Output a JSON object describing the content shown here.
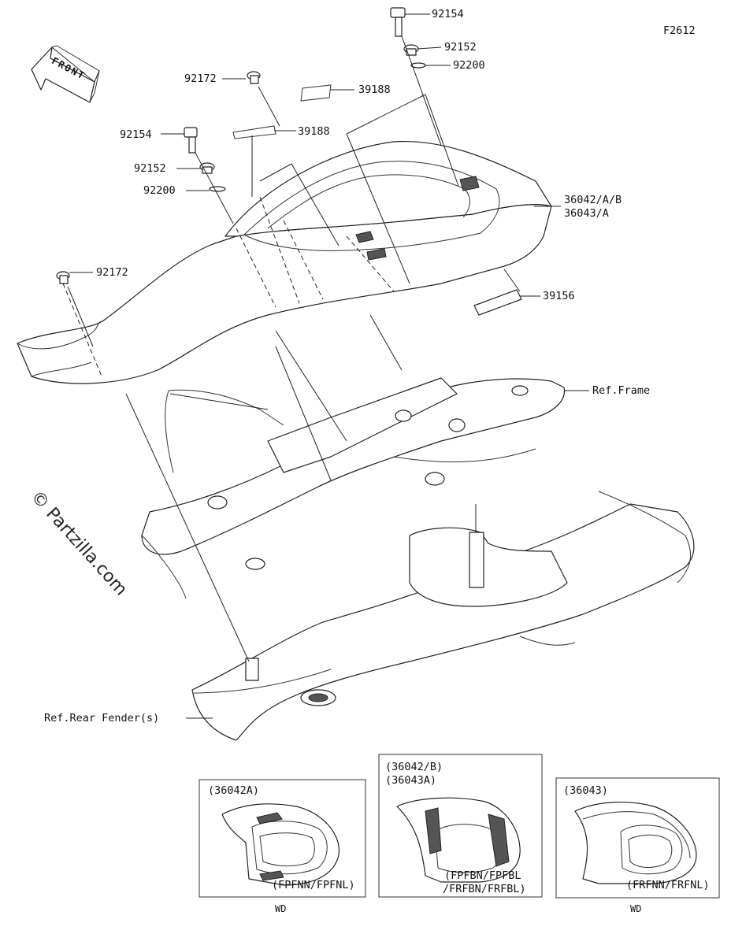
{
  "diagram_id": "F2612",
  "front_label": "FRONT",
  "watermark": "© Partzilla.com",
  "callouts": {
    "p92154_top": "92154",
    "p92152_top": "92152",
    "p92200_top": "92200",
    "p92172_top": "92172",
    "p39188_right": "39188",
    "p39188_left": "39188",
    "p92154_left": "92154",
    "p92152_left": "92152",
    "p92200_left": "92200",
    "p36042": "36042/A/B",
    "p36043": "36043/A",
    "p92172_left": "92172",
    "p39156": "39156",
    "ref_frame": "Ref.Frame",
    "ref_rear_fender": "Ref.Rear Fender(s)"
  },
  "variants": [
    {
      "header": "(36042A)",
      "header2": "",
      "codes": "(FPFNN/FPFNL)",
      "codes2": "",
      "footer": "WD"
    },
    {
      "header": "(36042/B)",
      "header2": "(36043A)",
      "codes": "(FPFBN/FPFBL",
      "codes2": "/FRFBN/FRFBL)",
      "footer": ""
    },
    {
      "header": "(36043)",
      "header2": "",
      "codes": "(FRFNN/FRFNL)",
      "codes2": "",
      "footer": "WD"
    }
  ]
}
